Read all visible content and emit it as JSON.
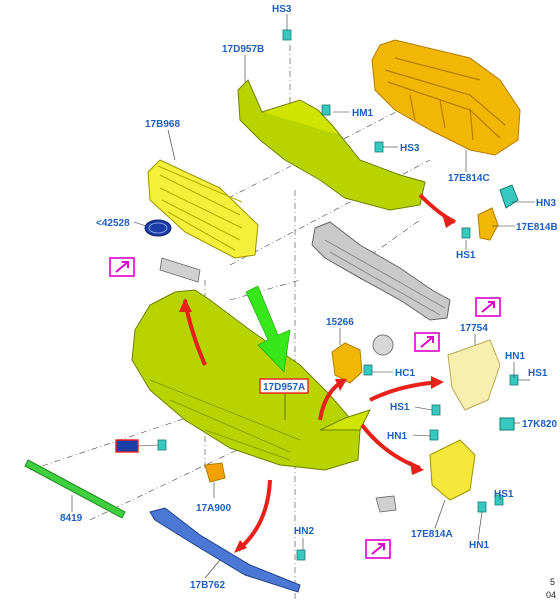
{
  "labels": {
    "hs3_top": "HS3",
    "p17d957b": "17D957B",
    "hm1": "HM1",
    "hs3_mid": "HS3",
    "p17b968": "17B968",
    "p17e814c": "17E814C",
    "hn3": "HN3",
    "p17e814b": "17E814B",
    "hs1_right": "HS1",
    "p42528": "<42528",
    "p15266": "15266",
    "hc1": "HC1",
    "p17754": "17754",
    "hn1_upper": "HN1",
    "hs1_upper": "HS1",
    "p17d957a": "17D957A",
    "hs1_mid": "HS1",
    "hn1_mid": "HN1",
    "p17k820": "17K820",
    "hs1_lower": "HS1",
    "p8419": "8419",
    "p17a900": "17A900",
    "p17e814a": "17E814A",
    "hn1_lower": "HN1",
    "hn2": "HN2",
    "p17b762": "17B762"
  },
  "corner_text": {
    "line1": "5",
    "line2": "04"
  },
  "colors": {
    "label_blue": "#1f5fbf",
    "bumper_green": "#b8d400",
    "grille_yellow": "#f4ef3a",
    "bracket_orange": "#f2b705",
    "reinforcement_grey": "#c9c9c9",
    "strip_green": "#3fcf3f",
    "bar_blue": "#4a78d4",
    "arrow_red": "#e8201a",
    "arrow_green": "#36e81a",
    "callout_magenta": "#e000c8",
    "highlight_red": "#e8201a"
  }
}
